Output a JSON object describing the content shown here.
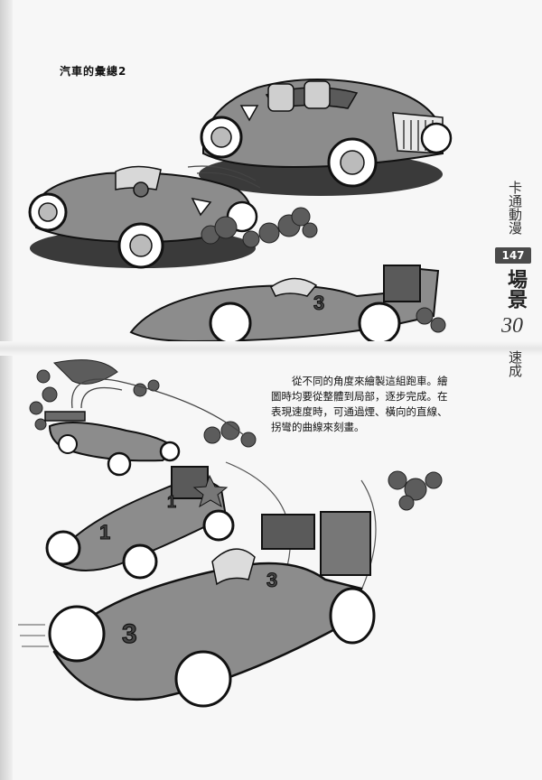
{
  "section_title": "汽車的彙總2",
  "side_category": "卡通動漫",
  "page_number": "147",
  "scene_label": "場景",
  "scene_number": "30",
  "speed_label": "速成",
  "description": "從不同的角度來繪製這組跑車。繪圖時均要從整體到局部，逐步完成。在表現速度時，可通過煙、橫向的直線、拐彎的曲線來刻畫。",
  "car_numbers": {
    "race_top": "3",
    "race_mid": "1",
    "race_front": "3"
  }
}
